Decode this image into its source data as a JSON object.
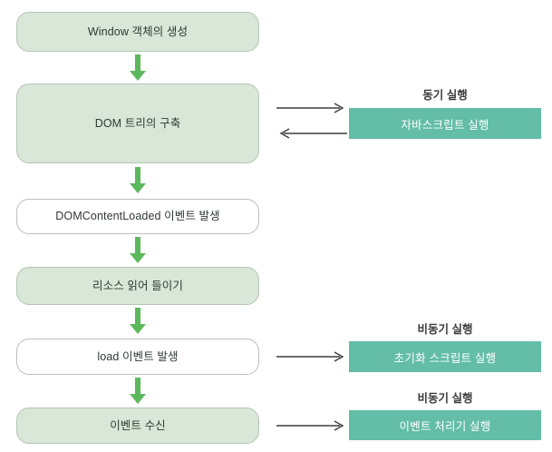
{
  "diagram": {
    "title": "Browser page load lifecycle flowchart",
    "colors": {
      "flow_green_fill": "#d8e7d7",
      "flow_green_border": "#b4c6b3",
      "flow_white_fill": "#ffffff",
      "flow_white_border": "#bcbfbc",
      "side_teal_fill": "#63bda7",
      "arrow_green": "#5cb85c",
      "arrow_grey": "#3d3d3d",
      "text_dark": "#2f3a33",
      "text_white": "#ffffff"
    },
    "flow_nodes": [
      {
        "id": "window-create",
        "label": "Window 객체의 생성",
        "style": "green"
      },
      {
        "id": "dom-tree-build",
        "label": "DOM 트리의 구축",
        "style": "green"
      },
      {
        "id": "domcontentloaded",
        "label": "DOMContentLoaded 이벤트 발생",
        "style": "white"
      },
      {
        "id": "resource-load",
        "label": "리소스 읽어 들이기",
        "style": "green"
      },
      {
        "id": "load-event",
        "label": "load 이벤트 발생",
        "style": "white"
      },
      {
        "id": "event-receive",
        "label": "이벤트 수신",
        "style": "green"
      }
    ],
    "side_groups": [
      {
        "id": "sync-js",
        "caption": "동기 실행",
        "box_label": "자바스크립트 실행",
        "connector": "bidirectional",
        "from_node": "dom-tree-build"
      },
      {
        "id": "async-init",
        "caption": "비동기 실행",
        "box_label": "초기화 스크립트 실행",
        "connector": "right",
        "from_node": "load-event"
      },
      {
        "id": "async-handler",
        "caption": "비동기 실행",
        "box_label": "이벤트 처리기 실행",
        "connector": "right",
        "from_node": "event-receive"
      }
    ],
    "vertical_arrows": [
      {
        "id": "arrow-1",
        "from": "window-create",
        "to": "dom-tree-build"
      },
      {
        "id": "arrow-2",
        "from": "dom-tree-build",
        "to": "domcontentloaded"
      },
      {
        "id": "arrow-3",
        "from": "domcontentloaded",
        "to": "resource-load"
      },
      {
        "id": "arrow-4",
        "from": "resource-load",
        "to": "load-event"
      },
      {
        "id": "arrow-5",
        "from": "load-event",
        "to": "event-receive"
      }
    ]
  }
}
